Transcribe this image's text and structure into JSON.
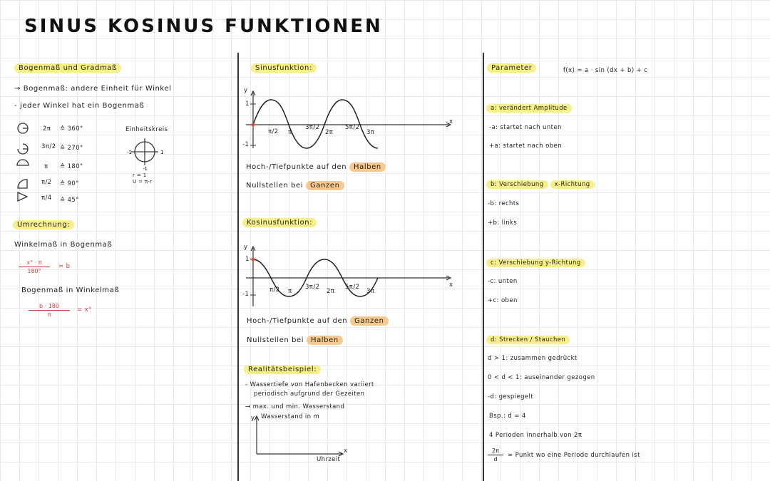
{
  "title": "SINUS KOSINUS FUNKTIONEN",
  "left": {
    "heading1": "Bogenmaß und Gradmaß",
    "line1": "→ Bogenmaß: andere Einheit für Winkel",
    "line2": "- jeder Winkel hat ein Bogenmaß",
    "angles": [
      {
        "rad": "2π",
        "deg": "≙ 360°"
      },
      {
        "rad": "3π/2",
        "deg": "≙ 270°"
      },
      {
        "rad": "π",
        "deg": "≙ 180°"
      },
      {
        "rad": "π/2",
        "deg": "≙ 90°"
      },
      {
        "rad": "π/4",
        "deg": "≙ 45°"
      }
    ],
    "unit_circle_label": "Einheitskreis",
    "unit_circle_r": "r = 1",
    "unit_circle_u": "U = π·r",
    "heading2": "Umrechnung:",
    "sub1": "Winkelmaß in Bogenmaß",
    "formula1_num": "x° · π",
    "formula1_den": "180°",
    "formula1_res": "= b",
    "sub2": "Bogenmaß in Winkelmaß",
    "formula2_num": "b · 180",
    "formula2_den": "π",
    "formula2_res": "= x°"
  },
  "middle": {
    "sinus_heading": "Sinusfunktion:",
    "sinus_note1": "Hoch-/Tiefpunkte auf den",
    "sinus_note1_hl": "Halben",
    "sinus_note2": "Nullstellen bei",
    "sinus_note2_hl": "Ganzen",
    "kosinus_heading": "Kosinusfunktion:",
    "kosinus_note1": "Hoch-/Tiefpunkte auf den",
    "kosinus_note1_hl": "Ganzen",
    "kosinus_note2": "Nullstellen bei",
    "kosinus_note2_hl": "Halben",
    "ticks": {
      "pi_half": "π/2",
      "pi": "π",
      "three_pi_half": "3π/2",
      "two_pi": "2π",
      "five_pi_half": "5π/2",
      "three_pi": "3π"
    },
    "axis_x": "x",
    "axis_y": "y",
    "axis_one": "1",
    "axis_minus_one": "-1",
    "real_heading": "Realitätsbeispiel:",
    "real_line1": "- Wassertiefe von Hafenbecken variiert",
    "real_line2": "periodisch aufgrund der Gezeiten",
    "real_line3": "→ max. und min. Wasserstand",
    "real_ylabel": "Wasserstand in m",
    "real_xlabel": "Uhrzeit"
  },
  "right": {
    "param_heading": "Parameter",
    "param_formula": "f(x) = a · sin (dx + b) + c",
    "a_heading": "a: verändert Amplitude",
    "a_line1": "-a: startet nach unten",
    "a_line2": "+a: startet nach oben",
    "b_heading": "b: Verschiebung",
    "b_heading2": "x-Richtung",
    "b_line1": "-b: rechts",
    "b_line2": "+b: links",
    "c_heading": "c: Verschiebung y-Richtung",
    "c_line1": "-c: unten",
    "c_line2": "+c: oben",
    "d_heading": "d: Strecken / Stauchen",
    "d_line1": "d > 1: zusammen gedrückt",
    "d_line2": "0 < d < 1: auseinander gezogen",
    "d_line3": "-d: gespiegelt",
    "d_line4": "Bsp.: d = 4",
    "d_line5": "4 Perioden innerhalb von 2π",
    "d_frac_num": "2π",
    "d_frac_den": "d",
    "d_line6": "= Punkt wo eine Periode durchlaufen ist"
  },
  "colors": {
    "highlight_yellow": "#f8ee8a",
    "highlight_orange": "#f8c98e",
    "red": "#d2423a"
  }
}
